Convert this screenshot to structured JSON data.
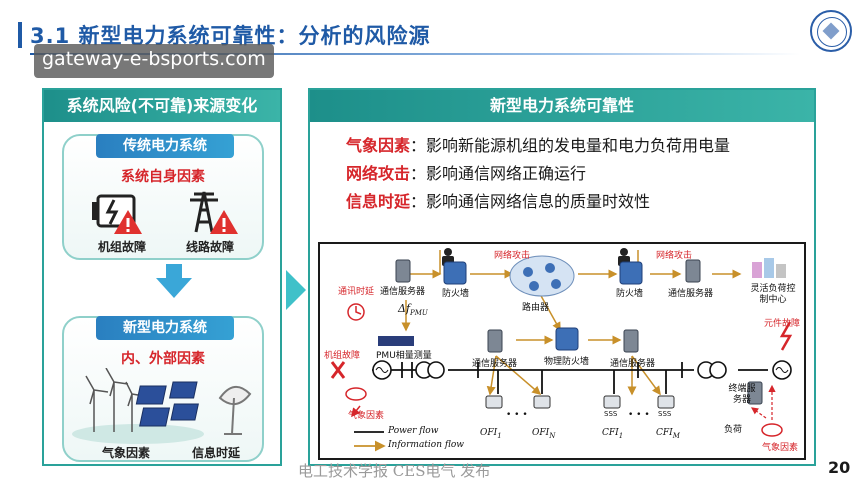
{
  "header": {
    "title": "3.1 新型电力系统可靠性：分析的风险源",
    "watermark": "gateway-e-bsports.com"
  },
  "left_panel": {
    "title": "系统风险(不可靠)来源变化",
    "traditional": {
      "badge": "传统电力系统",
      "subtitle": "系统自身因素",
      "items": [
        "机组故障",
        "线路故障"
      ]
    },
    "new_system": {
      "badge": "新型电力系统",
      "subtitle": "内、外部因素",
      "items": [
        "气象因素",
        "信息时延"
      ]
    }
  },
  "right_panel": {
    "title": "新型电力系统可靠性",
    "risks": [
      {
        "term": "气象因素",
        "text": "：影响新能源机组的发电量和电力负荷用电量"
      },
      {
        "term": "网络攻击",
        "text": "：影响通信网络正确运行"
      },
      {
        "term": "信息时延",
        "text": "：影响通信网络信息的质量时效性"
      }
    ],
    "diagram": {
      "attack_labels": [
        "网络攻击",
        "网络攻击"
      ],
      "comm_delay": "通讯时延",
      "delta_f": "Δf",
      "delta_sub": "PMU",
      "unit_fault": "机组故障",
      "component_fault": "元件故障",
      "weather_left": "气象因素",
      "weather_right": "气象因素",
      "server1": "通信服务器",
      "firewall1": "防火墙",
      "router": "路由器",
      "firewall2": "防火墙",
      "server2": "通信服务器",
      "flex_load": "灵活负荷控制中心",
      "server3": "通信服务器",
      "phys_firewall": "物理防火墙",
      "server4": "通信服务器",
      "pmu": "PMU相量测量",
      "terminal": "终端服务器",
      "load": "负荷",
      "legend_power": "Power flow",
      "legend_info": "Information flow",
      "ofi": [
        "OFI",
        "OFI"
      ],
      "ofi_sub": [
        "1",
        "N"
      ],
      "cfi": [
        "CFI",
        "CFI"
      ],
      "cfi_sub": [
        "1",
        "M"
      ],
      "sss": [
        "SSS",
        "SSS"
      ],
      "ellipsis": [
        "• • •",
        "• • •"
      ]
    }
  },
  "footer": {
    "source": "电工技术学报 CES电气 发布",
    "page": "20"
  },
  "colors": {
    "accent_blue": "#1f5aa6",
    "panel_teal": "#2aa29a",
    "alert_red": "#d6262b"
  }
}
